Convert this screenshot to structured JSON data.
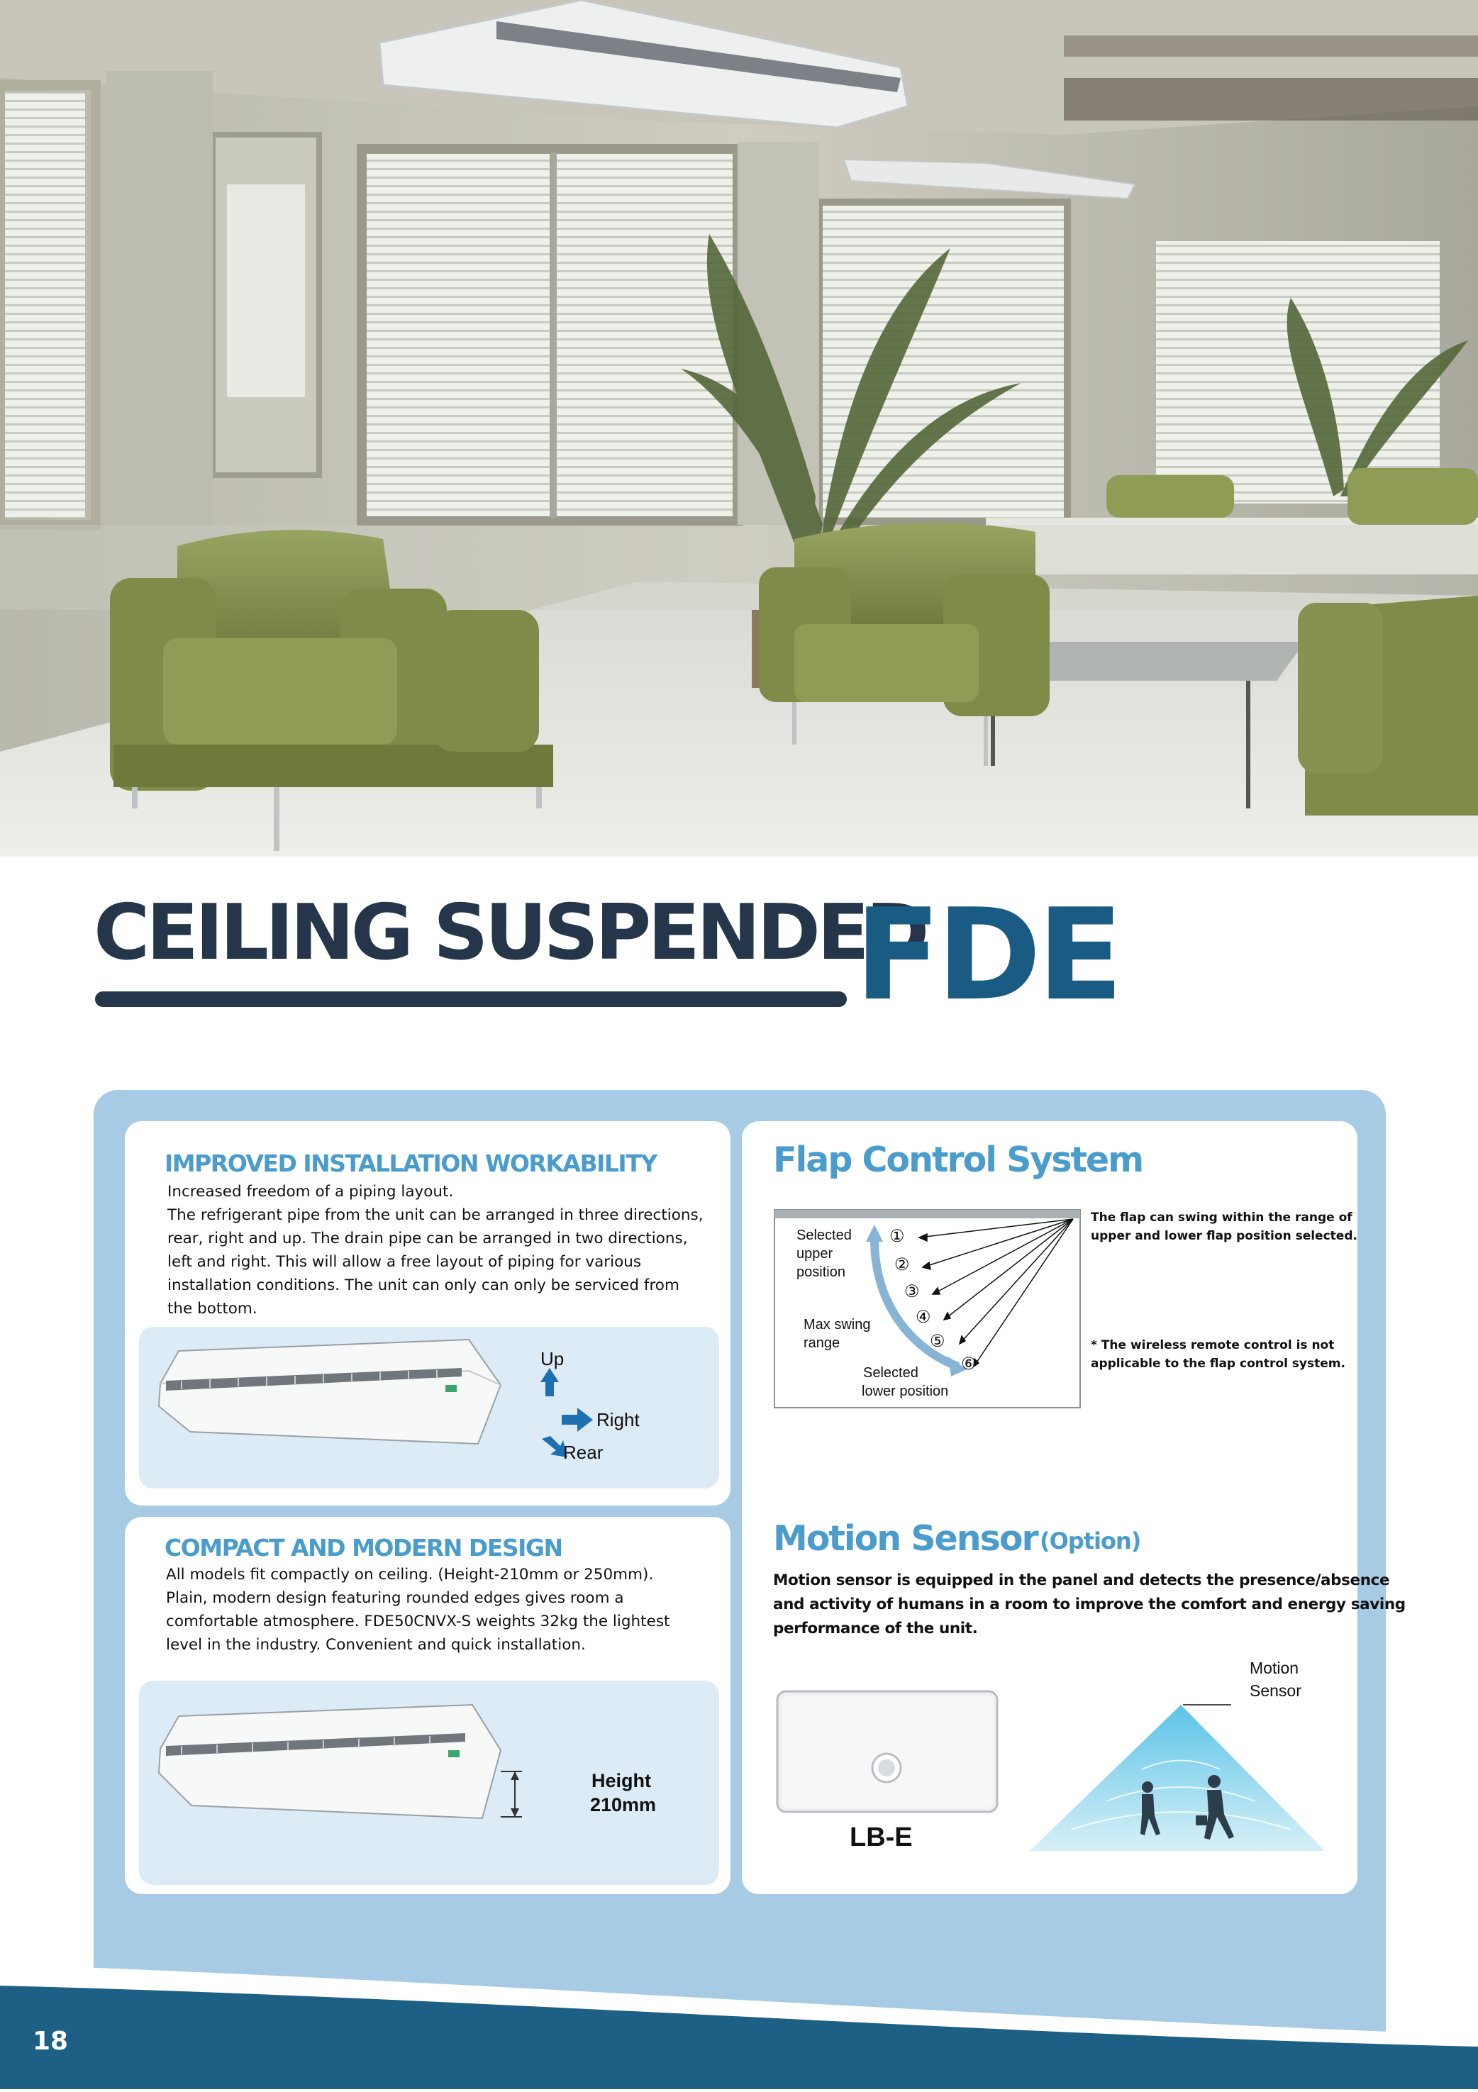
{
  "title": {
    "main": "CEILING SUSPENDED",
    "model": "FDE"
  },
  "installation": {
    "heading": "IMPROVED INSTALLATION WORKABILITY",
    "lines": [
      "Increased freedom of a piping layout.",
      "The refrigerant pipe from the unit can be arranged in three directions,",
      "rear, right and up. The drain pipe can be arranged in two directions,",
      "left and right. This will allow a free layout of piping for various",
      "installation conditions. The unit can only can only be serviced from",
      "the bottom."
    ],
    "dir_up": "Up",
    "dir_right": "Right",
    "dir_rear": "Rear"
  },
  "compact": {
    "heading": "COMPACT AND MODERN DESIGN",
    "lines": [
      "All models fit compactly on ceiling. (Height-210mm or 250mm).",
      "Plain, modern design featuring rounded edges gives room a",
      "comfortable atmosphere. FDE50CNVX-S weights 32kg the lightest",
      "level in the industry. Convenient and quick installation."
    ],
    "height_label": "Height",
    "height_value": "210mm"
  },
  "flap": {
    "heading": "Flap Control System",
    "upper_lines": [
      "Selected",
      "upper",
      "position"
    ],
    "swing_lines": [
      "Max swing",
      "range"
    ],
    "lower_lines": [
      "Selected",
      "lower position"
    ],
    "positions": [
      "①",
      "②",
      "③",
      "④",
      "⑤",
      "⑥"
    ],
    "note1_lines": [
      "The flap can swing within the range of",
      "upper and lower flap position selected."
    ],
    "note2_lines": [
      "* The wireless remote control is not",
      "applicable to the flap control system."
    ]
  },
  "motion": {
    "heading": "Motion Sensor",
    "option": "(Option)",
    "lines": [
      "Motion sensor is equipped in the panel  and detects the presence/absence",
      "and activity of humans in a room to improve the comfort and energy saving",
      "performance of the unit."
    ],
    "panel_model": "LB-E",
    "sensor_label_lines": [
      "Motion",
      "Sensor"
    ]
  },
  "footer": {
    "page_number": "18"
  },
  "colors": {
    "navy": "#25364a",
    "model_blue": "#1a5b84",
    "heading_blue": "#4a9ccd",
    "panel_blue": "#a7cbe4",
    "arrow_blue": "#1f6fb3"
  }
}
